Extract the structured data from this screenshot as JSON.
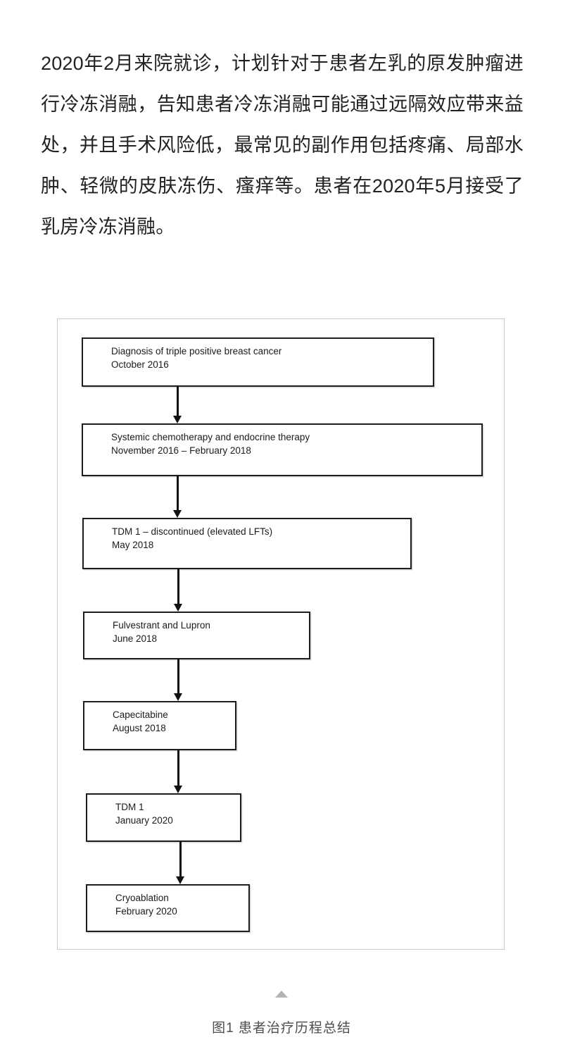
{
  "article": {
    "paragraph": "2020年2月来院就诊，计划针对于患者左乳的原发肿瘤进行冷冻消融，告知患者冷冻消融可能通过远隔效应带来益处，并且手术风险低，最常见的副作用包括疼痛、局部水肿、轻微的皮肤冻伤、瘙痒等。患者在2020年5月接受了乳房冷冻消融。"
  },
  "figure": {
    "caption": "图1  患者治疗历程总结",
    "collapse_marker_icon": "triangle-up-icon",
    "frame_border_color": "#c9c9c9",
    "box_border_color": "#1d1d1d",
    "arrow_color": "#111111",
    "flowchart": {
      "type": "flowchart",
      "orientation": "vertical-top-to-bottom",
      "nodes": [
        {
          "id": "node-1",
          "title": "Diagnosis of triple positive breast cancer",
          "date": "October 2016"
        },
        {
          "id": "node-2",
          "title": "Systemic chemotherapy and endocrine therapy",
          "date": "November 2016 – February 2018"
        },
        {
          "id": "node-3",
          "title": "TDM 1 – discontinued (elevated LFTs)",
          "date": "May 2018"
        },
        {
          "id": "node-4",
          "title": "Fulvestrant and Lupron",
          "date": "June 2018"
        },
        {
          "id": "node-5",
          "title": "Capecitabine",
          "date": "August 2018"
        },
        {
          "id": "node-6",
          "title": "TDM 1",
          "date": "January 2020"
        },
        {
          "id": "node-7",
          "title": "Cryoablation",
          "date": "February 2020"
        }
      ],
      "edges": [
        {
          "from": "node-1",
          "to": "node-2"
        },
        {
          "from": "node-2",
          "to": "node-3"
        },
        {
          "from": "node-3",
          "to": "node-4"
        },
        {
          "from": "node-4",
          "to": "node-5"
        },
        {
          "from": "node-5",
          "to": "node-6"
        },
        {
          "from": "node-6",
          "to": "node-7"
        }
      ]
    }
  }
}
